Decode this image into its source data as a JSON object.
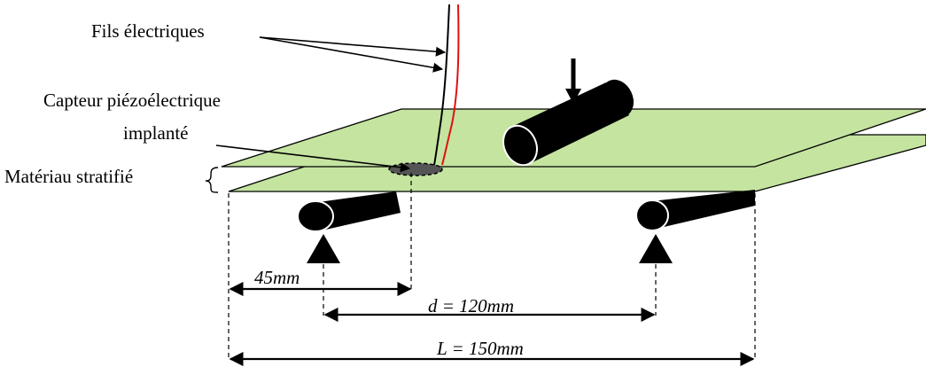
{
  "labels": {
    "wires": "Fils électriques",
    "sensor_line1": "Capteur piézoélectrique",
    "sensor_line2": "implanté",
    "material": "Matériau stratifié"
  },
  "dimensions": {
    "sensor_offset": "45mm",
    "span": "d = 120mm",
    "length": "L = 150mm"
  },
  "colors": {
    "plate": "#c4e4a0",
    "roller": "#000000",
    "wire_red": "#e01010",
    "sensor": "#555555"
  }
}
